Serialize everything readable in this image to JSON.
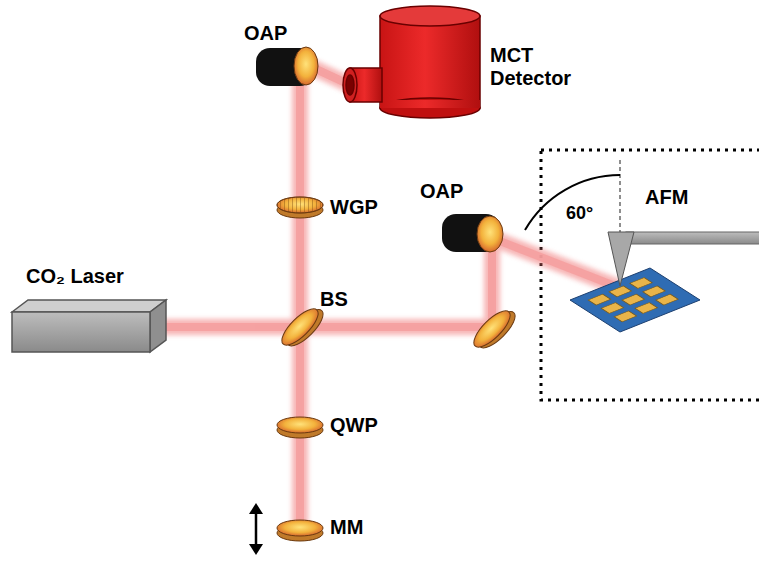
{
  "diagram": {
    "labels": [
      "OAP",
      "MCT Detector",
      "OAP",
      "AFM",
      "WGP",
      "60°",
      "CO₂ Laser",
      "BS",
      "QWP",
      "MM"
    ]
  }
}
